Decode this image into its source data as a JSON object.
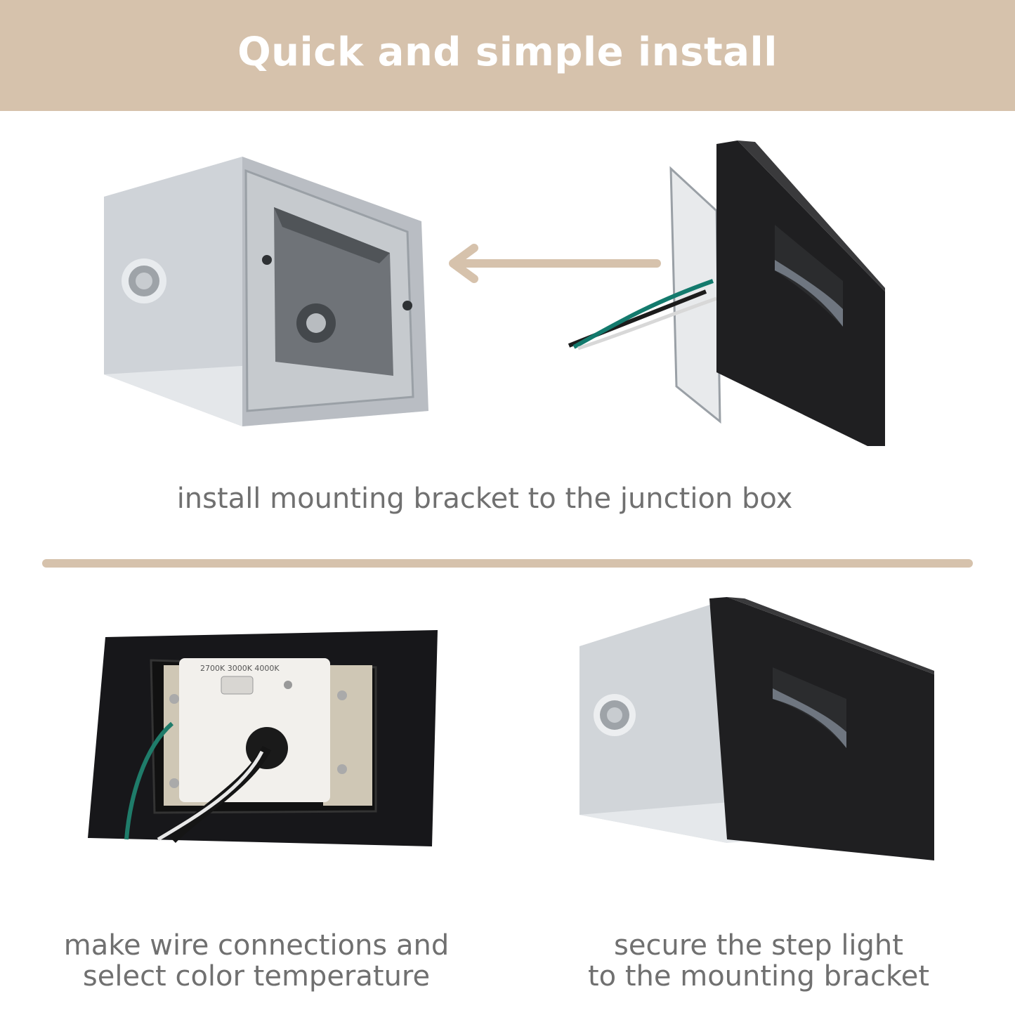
{
  "header": {
    "title": "Quick and simple install"
  },
  "steps": [
    {
      "caption": "install mounting bracket to the junction box"
    },
    {
      "caption_line1": "make wire connections and",
      "caption_line2": "select color temperature"
    },
    {
      "caption_line1": "secure the step light",
      "caption_line2": "to the mounting bracket"
    }
  ],
  "driver_label": "2700K  3000K  4000K",
  "colors": {
    "banner": "#d6c2ac",
    "caption_text": "#707070",
    "arrow": "#d6c2ac"
  }
}
